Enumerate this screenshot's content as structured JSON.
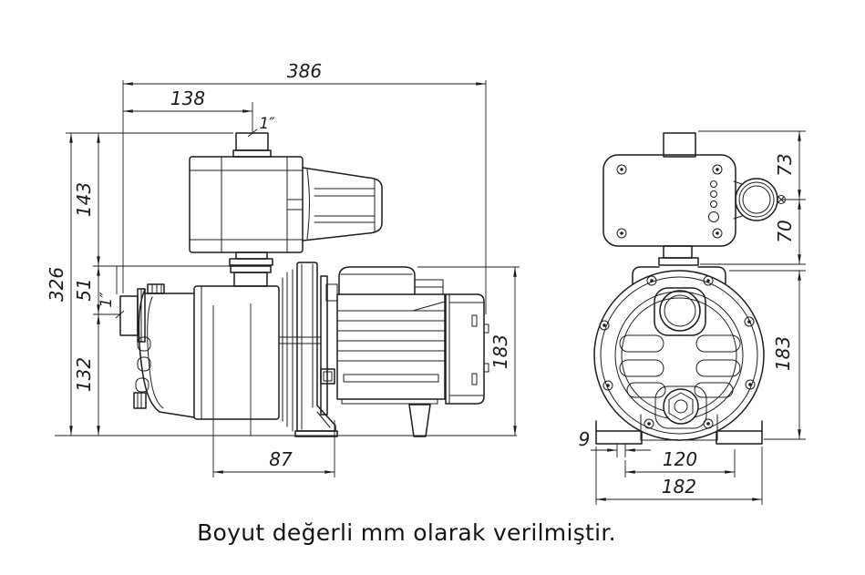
{
  "caption": "Boyut değerli mm olarak verilmiştir.",
  "side": {
    "total_width": "386",
    "port_offset": "138",
    "discharge_port": "1″",
    "total_height": "326",
    "controller_height": "143",
    "port_drop": "51",
    "suction_port": "1″",
    "suction_height": "132",
    "foot_offset": "87",
    "motor_height": "183"
  },
  "front": {
    "port_height": "73",
    "clamp_height": "70",
    "body_height": "183",
    "foot_inset": "9",
    "foot_span": "120",
    "total_width": "182"
  }
}
